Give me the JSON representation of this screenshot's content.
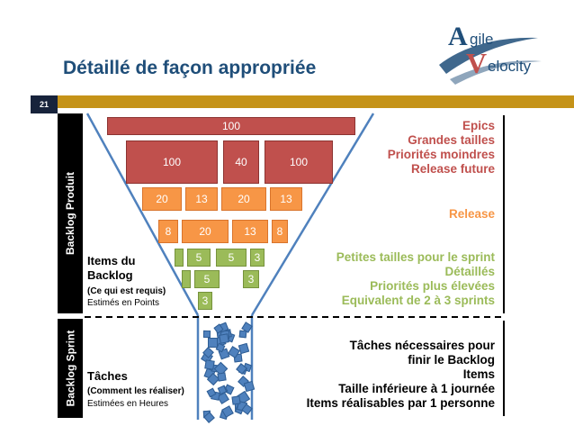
{
  "slide": {
    "title": "Détaillé de façon appropriée",
    "number": "21"
  },
  "logo": {
    "line1": "gile",
    "line2": "elocity",
    "letter_a": "A",
    "letter_v": "V",
    "color_a": "#1f4e79",
    "color_v": "#c0504d"
  },
  "sidebar": {
    "product_label": "Backlog Produit",
    "sprint_label": "Backlog Sprint"
  },
  "left": {
    "items_title": "Items du Backlog",
    "items_line1": "Items du",
    "items_line2": "Backlog",
    "items_sub": "(Ce qui est requis)",
    "items_est": "Estimés en Points",
    "tasks_title": "Tâches",
    "tasks_sub": "(Comment les réaliser)",
    "tasks_est": "Estimées en Heures"
  },
  "funnel": {
    "epics_row1": [
      "100"
    ],
    "epics_row2": [
      "100",
      "40",
      "100"
    ],
    "release_row1": [
      "20",
      "13",
      "20",
      "13"
    ],
    "release_row2": [
      "8",
      "20",
      "13",
      "8"
    ],
    "sprint_row1": [
      "",
      "5",
      "5",
      "3"
    ],
    "sprint_row2": [
      "",
      "5",
      "3"
    ],
    "sprint_row3": [
      "3"
    ]
  },
  "right": {
    "epics": [
      "Epics",
      "Grandes tailles",
      "Priorités moindres",
      "Release future"
    ],
    "release": [
      "Release"
    ],
    "sprint": [
      "Petites tailles pour le sprint",
      "Détaillés",
      "Priorités plus élevées",
      "Equivalent de 2 à 3 sprints"
    ],
    "tasks": [
      "Tâches nécessaires pour",
      "finir le Backlog",
      "Items",
      "Taille inférieure à 1 journée",
      "Items réalisables par 1 personne"
    ]
  },
  "colors": {
    "title": "#1f4e79",
    "epics": "#c0504d",
    "release": "#f79646",
    "sprint": "#9bbb59",
    "tasks": "#4f81bd",
    "bar": "#c59318"
  }
}
